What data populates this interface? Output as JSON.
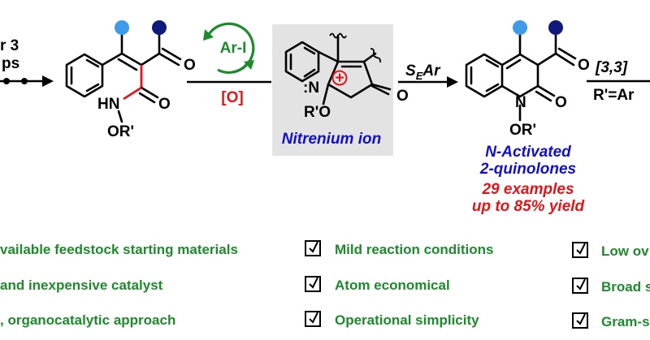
{
  "scheme": {
    "steps_partial": "r 3",
    "steps_partial_2": "ps",
    "catalyst": "Ar-I",
    "oxidant": "[O]",
    "intermediate_label": "Nitrenium ion",
    "seAr_main": "S",
    "seAr_sub": "E",
    "seAr_tail": "Ar",
    "rearr": "[3,3]",
    "rearr_cond": "R'=Ar",
    "product_line1": "N-Activated",
    "product_line2": "2-quinolones",
    "examples": "29 examples",
    "yield": "up to 85% yield",
    "atoms": {
      "O": "O",
      "HN": "HN",
      "OR": "OR'",
      "N": "N",
      "RO": "R'O",
      "Nplus": ":N",
      "plus": "+"
    }
  },
  "features": {
    "col1": [
      "vailable feedstock starting materials",
      " and inexpensive catalyst",
      ", organocatalytic approach"
    ],
    "col2": [
      "Mild reaction conditions",
      "Atom economical",
      "Operational simplicity"
    ],
    "col3": [
      "Low ov",
      "Broad s",
      "Gram-s"
    ]
  },
  "colors": {
    "green": "#1d8a2b",
    "blue": "#1010c8",
    "red": "#e0151b",
    "light_blue_dot": "#3d9be9",
    "dark_blue_dot": "#101a7a",
    "highlight_box": "#e3e3e3"
  }
}
